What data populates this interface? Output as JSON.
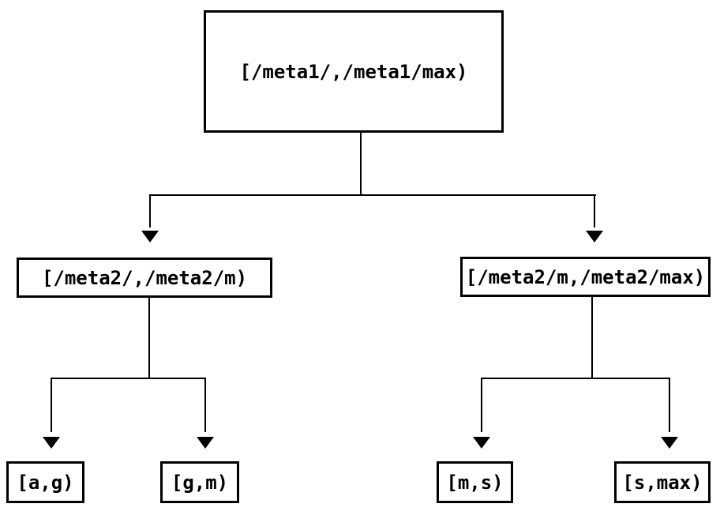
{
  "diagram": {
    "type": "tree",
    "colors": {
      "background": "#ffffff",
      "line": "#000000",
      "text": "#000000"
    },
    "root": {
      "label": "[/meta1/,/meta1/max)"
    },
    "level2": [
      {
        "label": "[/meta2/,/meta2/m)"
      },
      {
        "label": "[/meta2/m,/meta2/max)"
      }
    ],
    "leaves": [
      {
        "label": "[a,g)"
      },
      {
        "label": "[g,m)"
      },
      {
        "label": "[m,s)"
      },
      {
        "label": "[s,max)"
      }
    ]
  }
}
